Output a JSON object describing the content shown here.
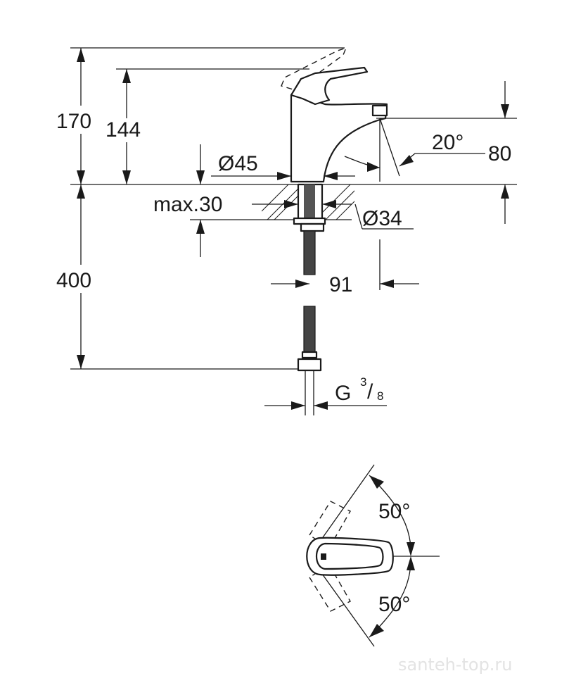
{
  "dimensions": {
    "h170": "170",
    "h144": "144",
    "d45": "Ø45",
    "h80": "80",
    "angle_spout": "20°",
    "max30": "max.30",
    "d34": "Ø34",
    "h400": "400",
    "w91": "91",
    "thread_g": "G",
    "thread_num": "3",
    "thread_slash": "/",
    "thread_den": "8",
    "lever_up": "50°",
    "lever_down": "50°"
  },
  "watermark": "santeh-top.ru"
}
